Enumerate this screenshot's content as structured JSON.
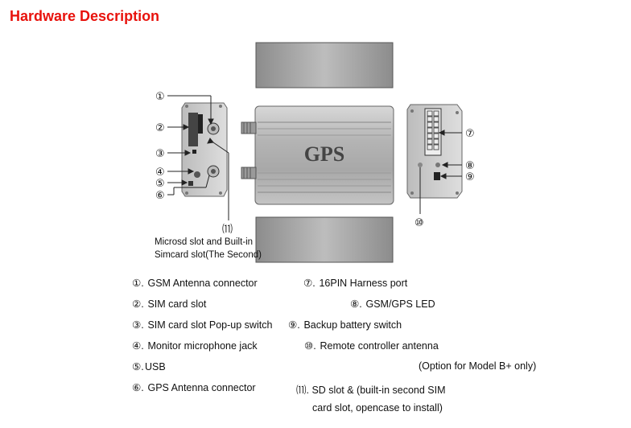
{
  "title": "Hardware Description",
  "device_label": "GPS",
  "callout_text": [
    "Microsd slot and Built-in",
    "Simcard slot(The Second)"
  ],
  "markers": {
    "m1": "①",
    "m2": "②",
    "m3": "③",
    "m4": "④",
    "m5": "⑤",
    "m6": "⑥",
    "m7": "⑦",
    "m8": "⑧",
    "m9": "⑨",
    "m10": "⑩",
    "m11": "⑾"
  },
  "legend": [
    {
      "num": "①.",
      "text": " GSM Antenna connector"
    },
    {
      "num": "②.",
      "text": " SIM card slot"
    },
    {
      "num": "③.",
      "text": " SIM card slot Pop-up switch"
    },
    {
      "num": "④.",
      "text": " Monitor microphone jack"
    },
    {
      "num": "⑤.",
      "text": "USB"
    },
    {
      "num": "⑥.",
      "text": " GPS Antenna connector"
    },
    {
      "num": "⑦.",
      "text": " 16PIN Harness port"
    },
    {
      "num": "⑧.",
      "text": " GSM/GPS LED"
    },
    {
      "num": "⑨.",
      "text": " Backup battery switch"
    },
    {
      "num": "⑩.",
      "text": " Remote controller antenna"
    },
    {
      "num": "",
      "text": "(Option for Model B+ only)"
    },
    {
      "num": "⑾.",
      "text": " SD slot & (built-in second SIM"
    },
    {
      "num": "",
      "text": "card slot, opencase to install)"
    }
  ]
}
